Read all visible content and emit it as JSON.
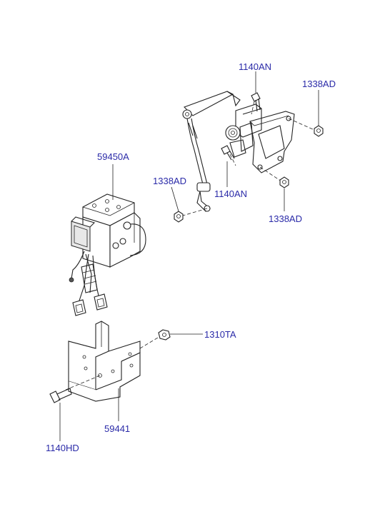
{
  "labels": {
    "l1140an_top": "1140AN",
    "l1338ad_top": "1338AD",
    "l59450a": "59450A",
    "l1338ad_left": "1338AD",
    "l1140an_mid": "1140AN",
    "l1338ad_bottom": "1338AD",
    "l1310ta": "1310TA",
    "l59441": "59441",
    "l1140hd": "1140HD"
  },
  "colors": {
    "label": "#2a2aa8",
    "line": "#222222"
  }
}
